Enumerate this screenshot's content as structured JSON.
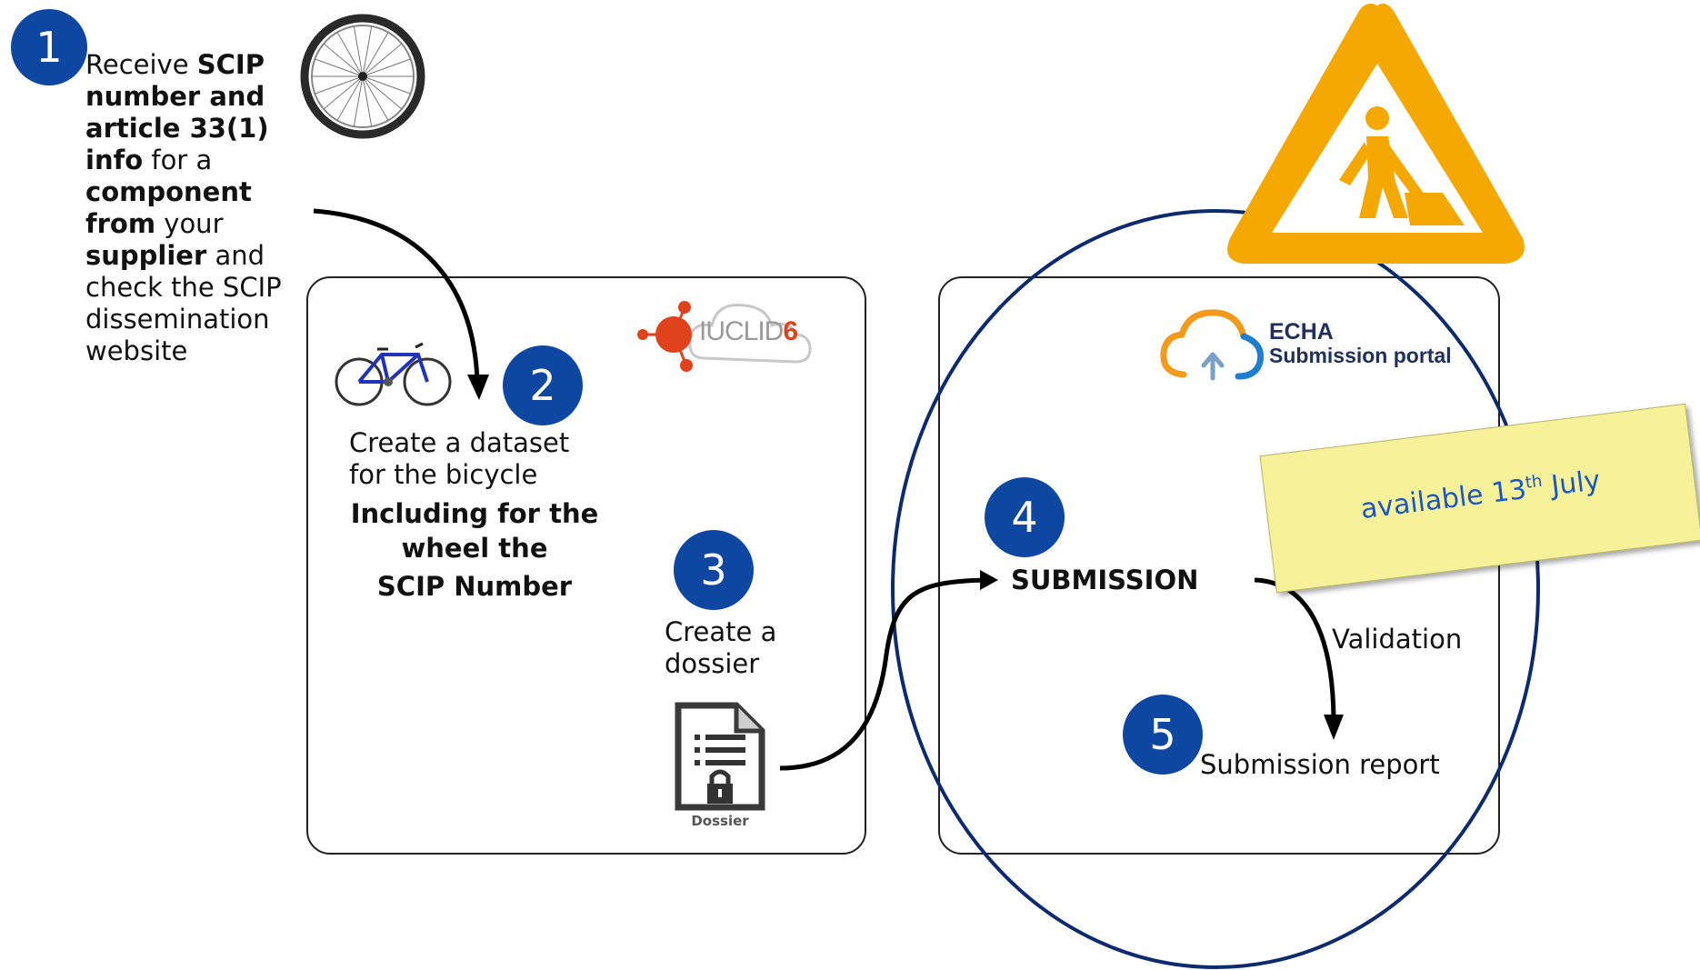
{
  "step1": {
    "number": "1",
    "parts": [
      {
        "text": "Receive ",
        "bold": false
      },
      {
        "text": "SCIP number and article 33(1) info",
        "bold": true
      },
      {
        "text": " for a ",
        "bold": false
      },
      {
        "text": "component from",
        "bold": true
      },
      {
        "text": " your ",
        "bold": false
      },
      {
        "text": "supplier",
        "bold": true
      },
      {
        "text": " and check the SCIP dissemination website",
        "bold": false
      }
    ]
  },
  "step2": {
    "number": "2",
    "line1": "Create a dataset",
    "line2": "for the bicycle",
    "bold1": "Including for the",
    "bold2": "wheel the",
    "bold3": "SCIP Number"
  },
  "iuclid_logo": {
    "text": "IUCLID",
    "digit": "6"
  },
  "step3": {
    "number": "3",
    "line1": "Create a",
    "line2": "dossier"
  },
  "dossier_icon_label": "Dossier",
  "echa_logo": {
    "line1": "ECHA",
    "line2": "Submission portal"
  },
  "step4": {
    "number": "4",
    "label": "SUBMISSION"
  },
  "validation_label": "Validation",
  "step5": {
    "number": "5",
    "label": "Submission report"
  },
  "sticky_note": {
    "text": "available 13",
    "sup": "th",
    "text2": " July"
  },
  "colors": {
    "badge_blue": "#0d47a1",
    "ellipse_blue": "#0d2a6e",
    "warning_orange": "#f5a800",
    "iuclid_red": "#e0431b",
    "sticky_yellow": "#f7f29a",
    "sticky_text": "#1a56c4"
  },
  "icons": [
    "bicycle-wheel-icon",
    "bicycle-icon",
    "iuclid-logo",
    "dossier-icon",
    "echa-cloud-logo",
    "roadwork-warning-icon"
  ]
}
